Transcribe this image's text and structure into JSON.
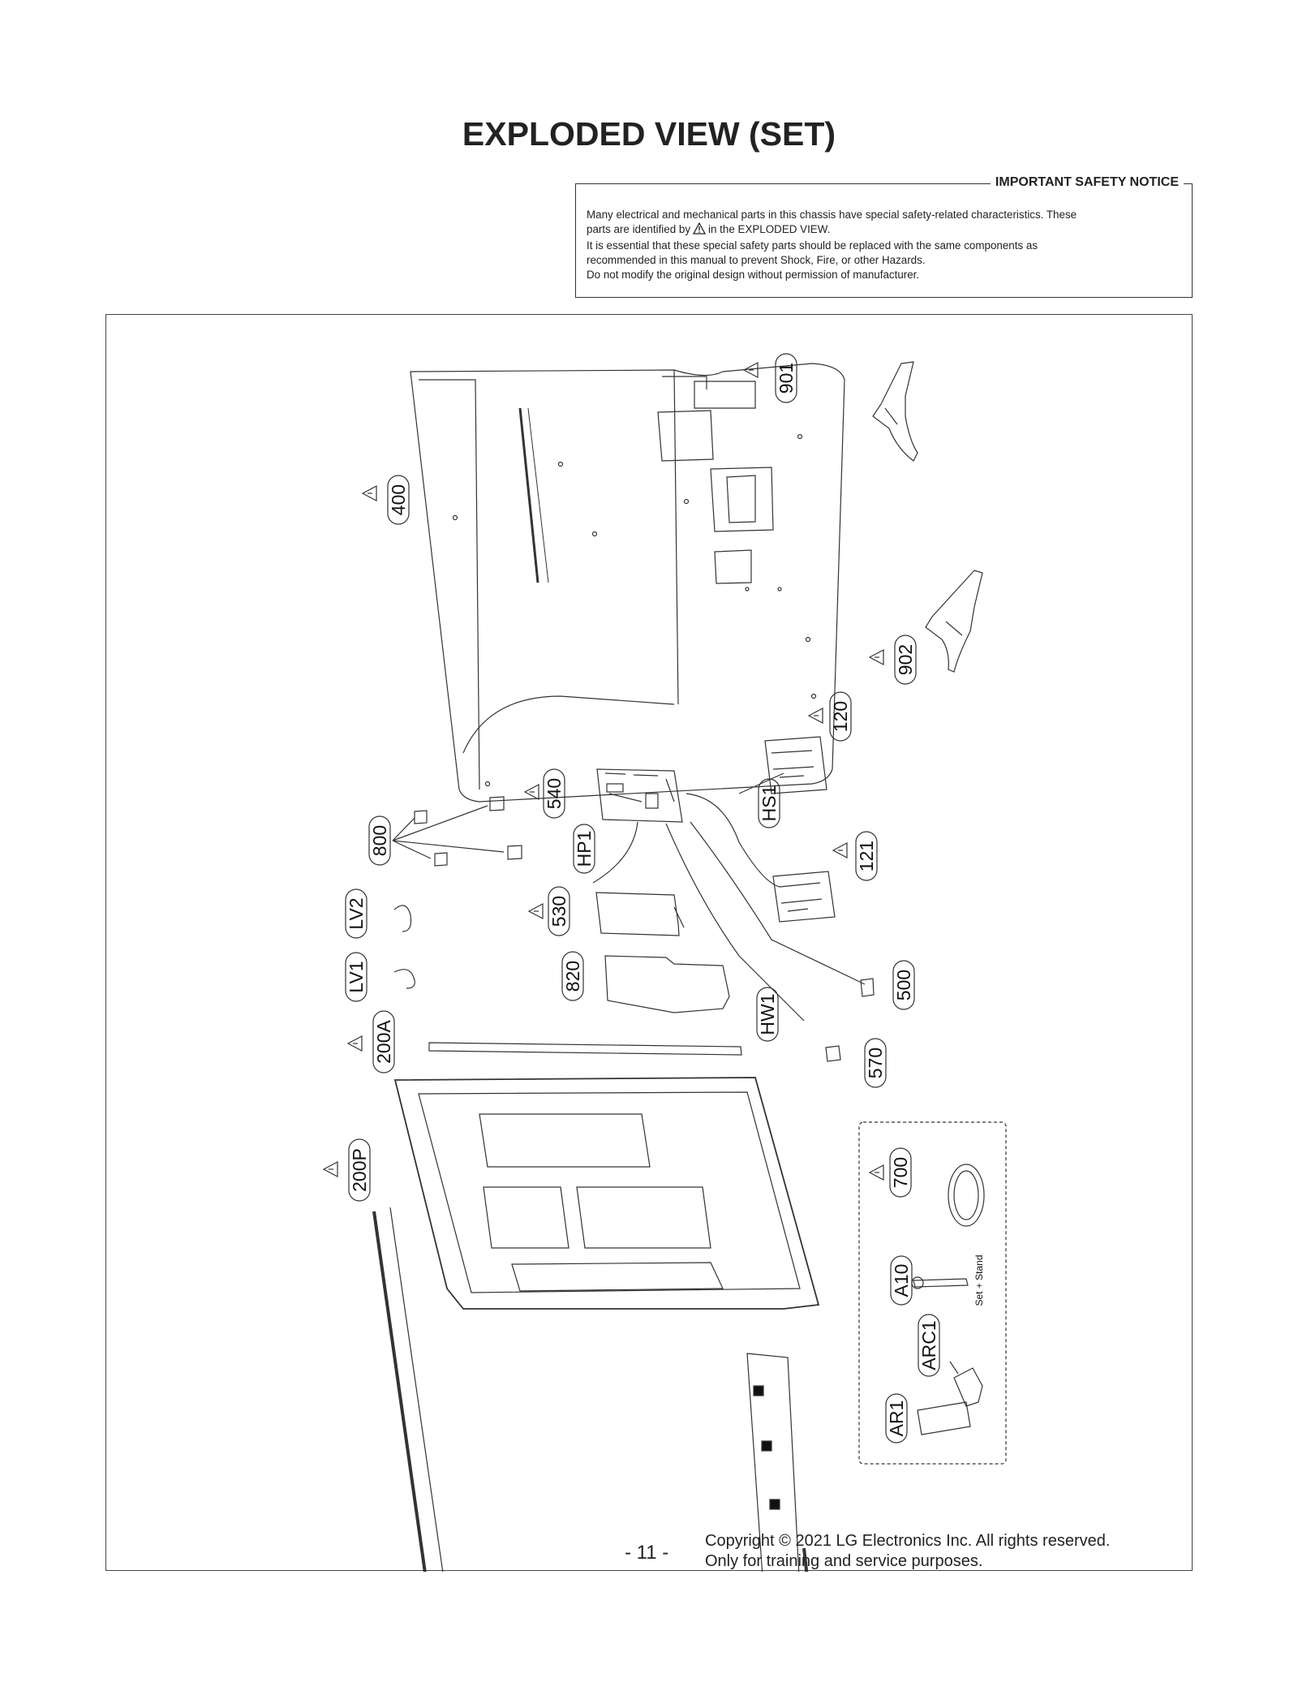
{
  "page": {
    "title": "EXPLODED VIEW (SET)",
    "notice_title": "IMPORTANT SAFETY NOTICE",
    "notice_line1": "Many electrical and mechanical parts in this chassis have special safety-related characteristics. These",
    "notice_line2_pre": "parts are identified by",
    "notice_line2_post": "in the EXPLODED VIEW.",
    "notice_line3": "It is essential that these special safety parts should be replaced with the same components as",
    "notice_line4": "recommended in this manual to prevent Shock, Fire, or other Hazards.",
    "notice_line5": "Do not modify the original design without permission of manufacturer.",
    "page_number": "- 11 -",
    "copyright_line1": "Copyright © 2021 LG Electronics Inc. All rights reserved.",
    "copyright_line2": "Only for training and service purposes."
  },
  "parts": [
    {
      "id": "901",
      "safety": true
    },
    {
      "id": "400",
      "safety": true
    },
    {
      "id": "902",
      "safety": true
    },
    {
      "id": "120",
      "safety": true
    },
    {
      "id": "540",
      "safety": true
    },
    {
      "id": "800",
      "safety": false
    },
    {
      "id": "HP1",
      "safety": false
    },
    {
      "id": "HS1",
      "safety": false
    },
    {
      "id": "121",
      "safety": true
    },
    {
      "id": "LV2",
      "safety": false
    },
    {
      "id": "530",
      "safety": true
    },
    {
      "id": "LV1",
      "safety": false
    },
    {
      "id": "820",
      "safety": false
    },
    {
      "id": "500",
      "safety": false
    },
    {
      "id": "HW1",
      "safety": false
    },
    {
      "id": "200A",
      "safety": true
    },
    {
      "id": "570",
      "safety": false
    },
    {
      "id": "200P",
      "safety": true
    },
    {
      "id": "700",
      "safety": true
    },
    {
      "id": "A10",
      "safety": false
    },
    {
      "id": "ARC1",
      "safety": false
    },
    {
      "id": "AR1",
      "safety": false
    }
  ],
  "accessory_note": "Set + Stand"
}
